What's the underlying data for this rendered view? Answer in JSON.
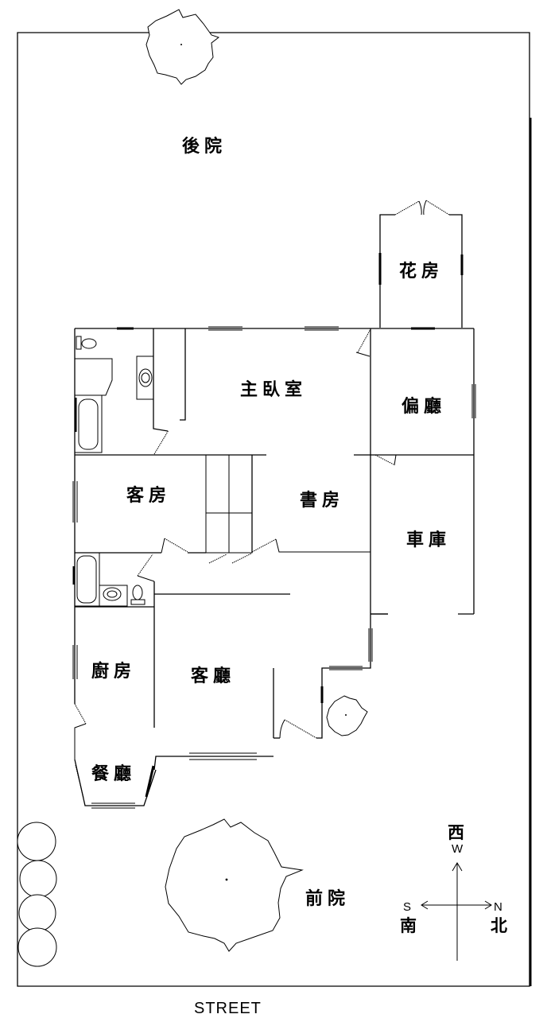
{
  "rooms": {
    "backyard": "後院",
    "greenhouse": "花房",
    "master_bedroom": "主臥室",
    "side_hall": "偏廳",
    "guest_room": "客房",
    "study": "書房",
    "garage": "車庫",
    "kitchen": "廚房",
    "living_room": "客廳",
    "dining_room": "餐廳",
    "front_yard": "前院"
  },
  "compass": {
    "west_letter": "W",
    "west_cn": "西",
    "south_letter": "S",
    "south_cn": "南",
    "north_letter": "N",
    "north_cn": "北"
  },
  "street_label": "STREET"
}
